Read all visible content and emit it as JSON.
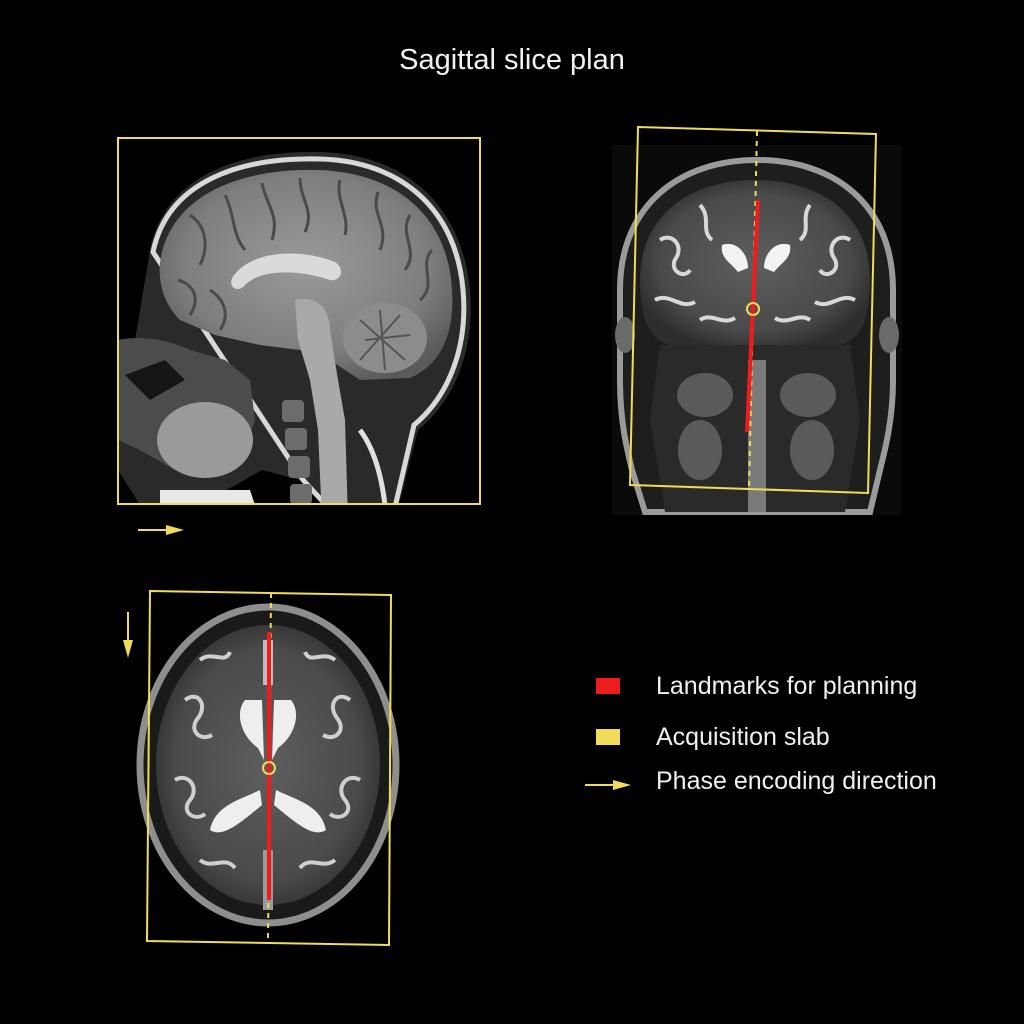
{
  "title": "Sagittal slice plan",
  "colors": {
    "landmark": "#ee1c1c",
    "slab": "#f0dc5a",
    "background": "#000000"
  },
  "panels": [
    {
      "view": "sagittal",
      "modality": "T1-weighted MRI"
    },
    {
      "view": "coronal",
      "modality": "T2-weighted MRI"
    },
    {
      "view": "axial",
      "modality": "T2-weighted MRI"
    }
  ],
  "legend": [
    {
      "label": "Landmarks for planning",
      "symbol": "red-square"
    },
    {
      "label": "Acquisition slab",
      "symbol": "yellow-square"
    },
    {
      "label": "Phase encoding direction",
      "symbol": "yellow-arrow"
    }
  ]
}
